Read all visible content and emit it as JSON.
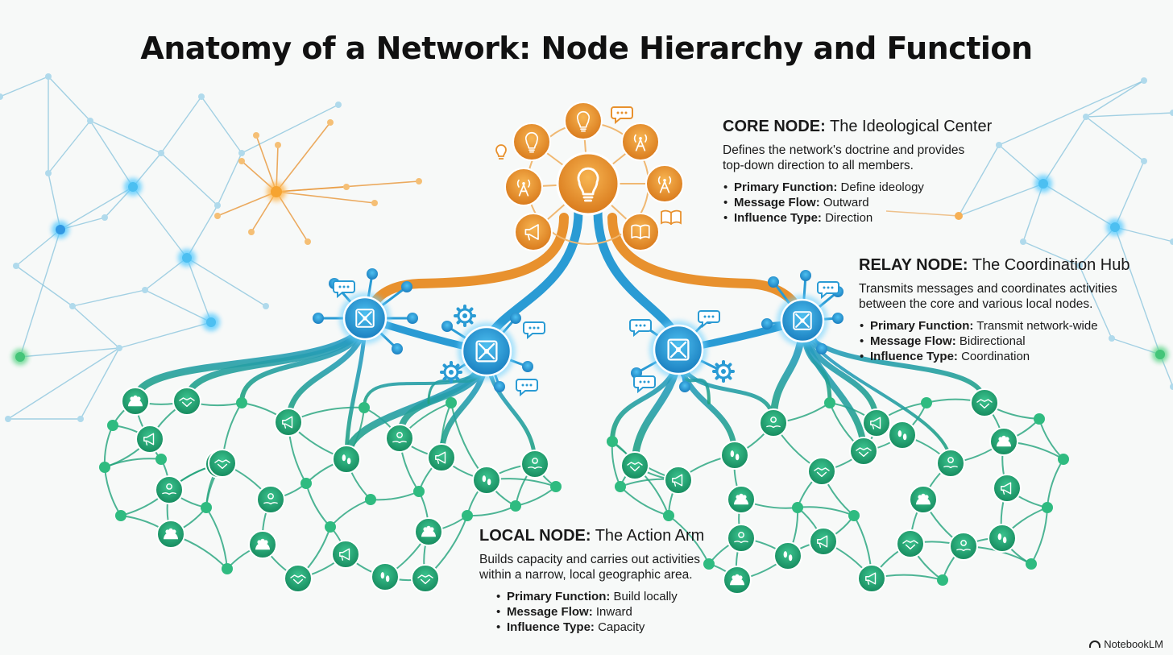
{
  "title": "Anatomy of a Network: Node Hierarchy and Function",
  "core": {
    "head_bold": "CORE NODE:",
    "head_rest": " The Ideological Center",
    "desc": "Defines the network's doctrine and provides top-down direction to all members.",
    "items": [
      {
        "label": "Primary Function:",
        "value": " Define ideology"
      },
      {
        "label": "Message Flow:",
        "value": " Outward"
      },
      {
        "label": "Influence Type:",
        "value": " Direction"
      }
    ]
  },
  "relay": {
    "head_bold": "RELAY NODE:",
    "head_rest": " The Coordination Hub",
    "desc": "Transmits messages and coordinates activities between the core and various local nodes.",
    "items": [
      {
        "label": "Primary Function:",
        "value": " Transmit network-wide"
      },
      {
        "label": "Message Flow:",
        "value": " Bidirectional"
      },
      {
        "label": "Influence Type:",
        "value": " Coordination"
      }
    ]
  },
  "local": {
    "head_bold": "LOCAL NODE:",
    "head_rest": " The Action Arm",
    "desc": "Builds capacity and carries out activities within a narrow, local geographic area.",
    "items": [
      {
        "label": "Primary Function:",
        "value": " Build locally"
      },
      {
        "label": "Message Flow:",
        "value": " Inward"
      },
      {
        "label": "Influence Type:",
        "value": " Capacity"
      }
    ]
  },
  "brand": "NotebookLM",
  "colors": {
    "core": "#e8912e",
    "relay": "#2a9bd4",
    "local": "#21a37a",
    "background": "#f7f9f8"
  },
  "icons": {
    "core": [
      "lightbulb-icon",
      "antenna-icon",
      "book-icon",
      "megaphone-icon",
      "speech-bubble-icon"
    ],
    "relay": [
      "network-hub-icon",
      "chat-bubble-icon",
      "gear-icon"
    ],
    "local": [
      "people-icon",
      "handshake-icon",
      "megaphone-icon",
      "footprints-icon",
      "hands-icon"
    ]
  }
}
